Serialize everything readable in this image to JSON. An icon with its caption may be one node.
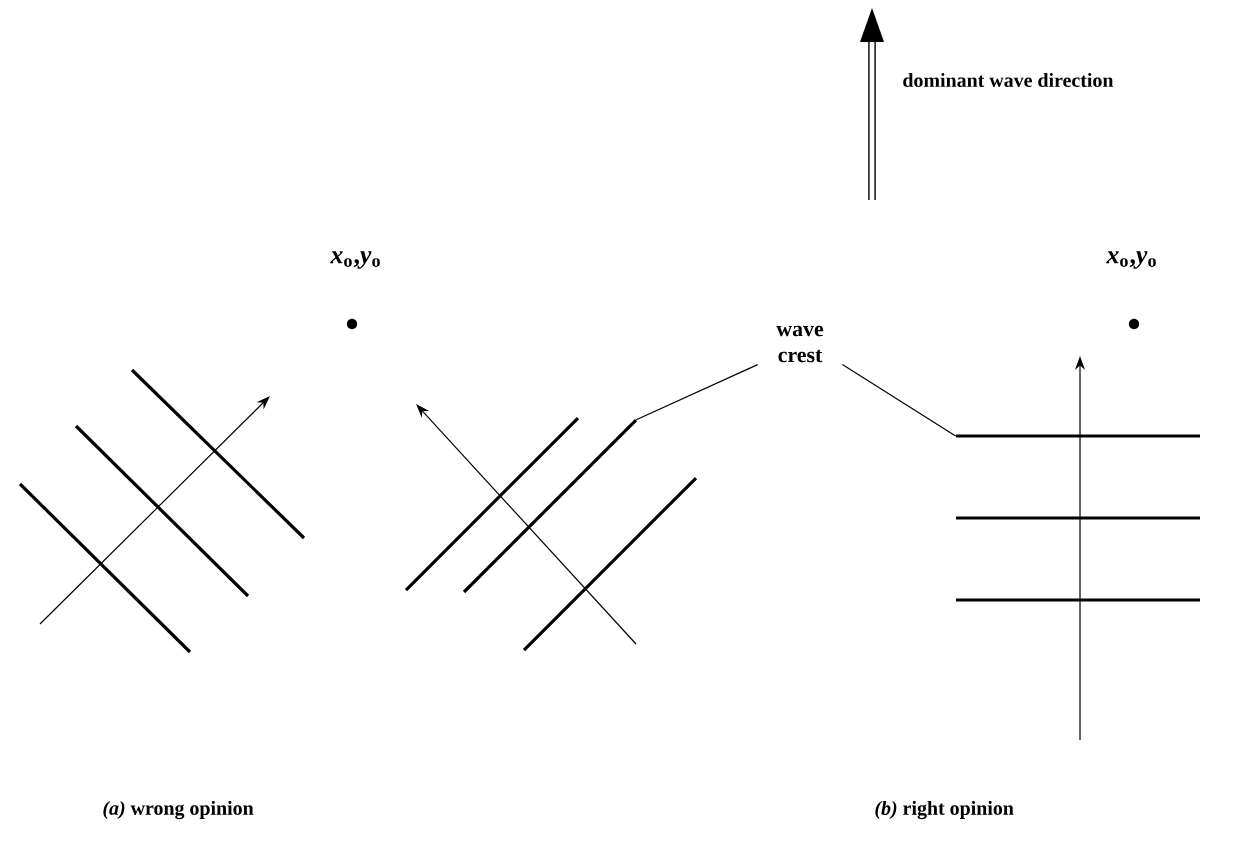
{
  "diagram": {
    "nodes": [
      {
        "text": [
          "wave crest"
        ]
      },
      {
        "text": [],
        "shape": "bar"
      },
      {
        "text": [],
        "shape": "bar"
      }
    ],
    "edges": [
      {
        "from": 0,
        "to": 1,
        "arrow": "none"
      },
      {
        "from": 0,
        "to": 2,
        "arrow": "none"
      }
    ],
    "labels": [
      "dominant wave direction",
      "*x*$_{o}$,*y*$_{o}$",
      "*x*$_{o}$,*y*$_{o}$",
      "*(a)* wrong opinion",
      "*(b)* right opinion"
    ]
  }
}
